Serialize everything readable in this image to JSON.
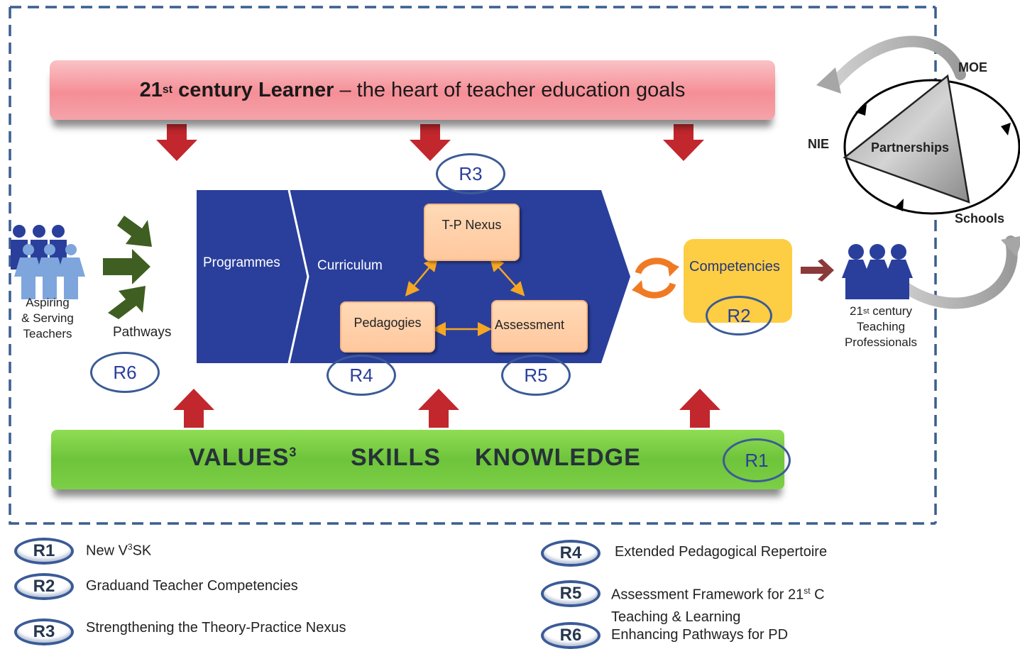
{
  "top_banner": {
    "title_prefix": "21",
    "title_sup": "st",
    "title_bold": " century Learner",
    "title_rest": " – the heart of teacher education goals"
  },
  "chevron": {
    "programmes": "Programmes",
    "curriculum": "Curriculum",
    "tp_nexus": "T-P Nexus",
    "pedagogies": "Pedagogies",
    "assessment": "Assessment"
  },
  "left": {
    "teachers": [
      "Aspiring",
      "& Serving",
      "Teachers"
    ],
    "pathways": "Pathways"
  },
  "right": {
    "competencies": "Competencies",
    "professionals_sup_prefix": "21",
    "professionals_sup": "st",
    "professionals_line1_rest": " century",
    "professionals_line2": "Teaching",
    "professionals_line3": "Professionals"
  },
  "partnerships": {
    "center": "Partnerships",
    "moe": "MOE",
    "nie": "NIE",
    "schools": "Schools"
  },
  "bottom_banner": {
    "values": "VALUES",
    "values_sup": "3",
    "skills": "SKILLS",
    "knowledge": "KNOWLEDGE"
  },
  "badges": {
    "r1": "R1",
    "r2": "R2",
    "r3": "R3",
    "r4": "R4",
    "r5": "R5",
    "r6": "R6"
  },
  "legend": [
    {
      "code": "R1",
      "text": "New V",
      "sup": "3",
      "text_after": "SK"
    },
    {
      "code": "R2",
      "text": "Graduand Teacher Competencies"
    },
    {
      "code": "R3",
      "text": "Strengthening the Theory-Practice Nexus"
    },
    {
      "code": "R4",
      "text": "Extended Pedagogical Repertoire"
    },
    {
      "code": "R5",
      "text": "Assessment Framework for 21",
      "sup": "st",
      "text_after": " C",
      "line2": "Teaching & Learning"
    },
    {
      "code": "R6",
      "text": "Enhancing Pathways for PD"
    }
  ],
  "colors": {
    "dashed_border": "#3a5f8f",
    "red_arrow": "#c1272d",
    "green_arrow": "#3f5f22",
    "chevron_blue": "#2a3f9b",
    "badge_ring": "#3b5b97",
    "people_light": "#7ea6dc",
    "people_dark": "#2a3f9b",
    "orange_cycle": "#f07a24",
    "yellow_box": "#fdcd43"
  }
}
